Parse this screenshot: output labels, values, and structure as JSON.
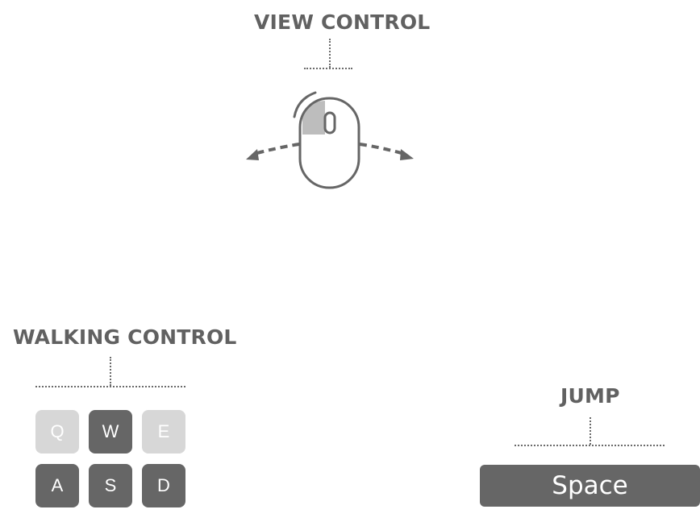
{
  "view_control": {
    "label": "VIEW CONTROL",
    "icon": "mouse-icon"
  },
  "walking_control": {
    "label": "WALKING CONTROL",
    "keys": [
      {
        "label": "Q",
        "state": "inactive"
      },
      {
        "label": "W",
        "state": "active"
      },
      {
        "label": "E",
        "state": "inactive"
      },
      {
        "label": "A",
        "state": "active"
      },
      {
        "label": "S",
        "state": "active"
      },
      {
        "label": "D",
        "state": "active"
      }
    ]
  },
  "jump": {
    "label": "JUMP",
    "key_label": "Space"
  },
  "colors": {
    "active_key": "#666666",
    "inactive_key": "#d7d7d7",
    "text": "#616161"
  }
}
